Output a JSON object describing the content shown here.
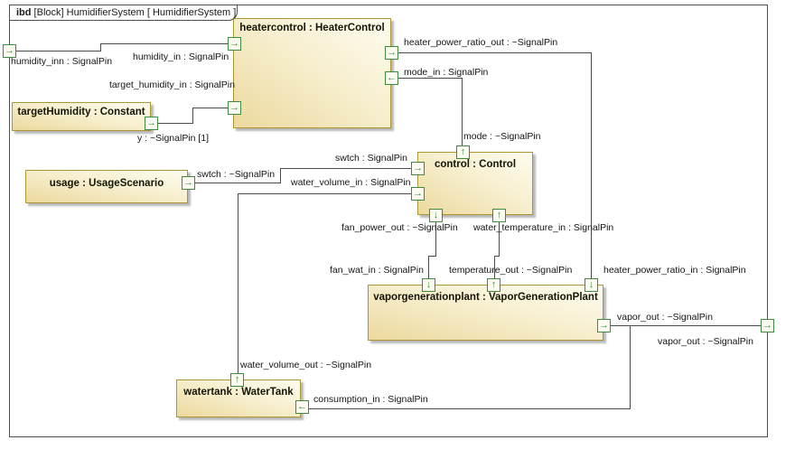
{
  "frame": {
    "title_keyword": "ibd",
    "title_rest": " [Block] HumidifierSystem [ HumidifierSystem ]"
  },
  "blocks": {
    "heatercontrol": {
      "label": "heatercontrol : HeaterControl"
    },
    "targetHumidity": {
      "label": "targetHumidity : Constant"
    },
    "usage": {
      "label": "usage : UsageScenario"
    },
    "control": {
      "label": "control : Control"
    },
    "vaporgenerationplant": {
      "label": "vaporgenerationplant : VaporGenerationPlant"
    },
    "watertank": {
      "label": "watertank : WaterTank"
    }
  },
  "pin_labels": {
    "humidity_inn": "humidity_inn : SignalPin",
    "humidity_in": "humidity_in : SignalPin",
    "target_humidity_in": "target_humidity_in : SignalPin",
    "y_out": "y : ~SignalPin [1]",
    "heater_power_ratio_out": "heater_power_ratio_out : ~SignalPin",
    "mode_in": "mode_in : SignalPin",
    "mode": "mode : ~SignalPin",
    "swtch_out": "swtch : ~SignalPin",
    "swtch": "swtch : SignalPin",
    "water_volume_in": "water_volume_in : SignalPin",
    "fan_power_out": "fan_power_out : ~SignalPin",
    "water_temperature_in": "water_temperature_in : SignalPin",
    "fan_wat_in": "fan_wat_in : SignalPin",
    "temperature_out": "temperature_out : ~SignalPin",
    "heater_power_ratio_in": "heater_power_ratio_in : SignalPin",
    "vapor_out_1": "vapor_out : ~SignalPin",
    "vapor_out_2": "vapor_out : ~SignalPin",
    "water_volume_out": "water_volume_out : ~SignalPin",
    "consumption_in": "consumption_in : SignalPin"
  },
  "glyphs": {
    "right": "→",
    "left": "←",
    "up": "↑",
    "down": "↓"
  },
  "colors": {
    "block_fill_dark": "#ecd99e",
    "block_fill_light": "#fefcf0",
    "block_border": "#ac9732",
    "port_border": "#3d8c3d",
    "wire": "#4b4b4b",
    "frame_border": "#4f4f4f",
    "text": "#141414"
  }
}
